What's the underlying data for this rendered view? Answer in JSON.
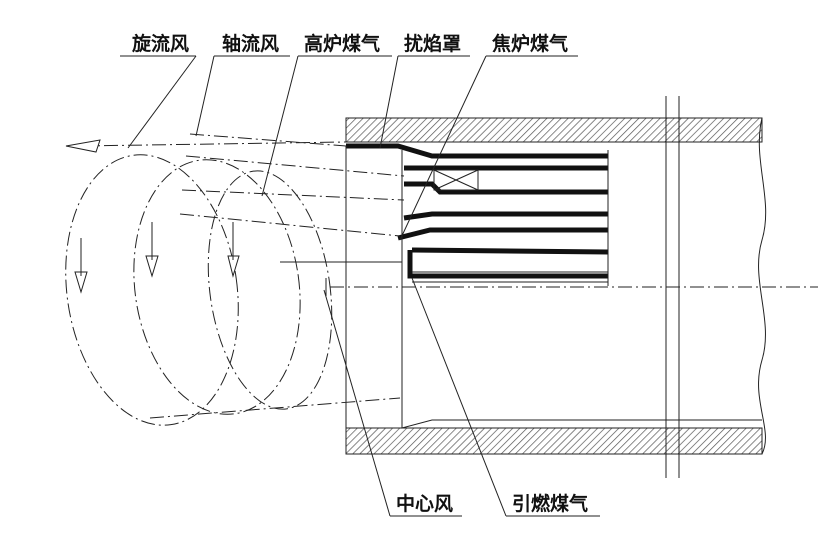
{
  "labels": {
    "swirl_air": "旋流风",
    "axial_air": "轴流风",
    "bf_gas": "高炉煤气",
    "flame_shield": "扰焰罩",
    "coke_gas": "焦炉煤气",
    "center_air": "中心风",
    "ignition_gas": "引燃煤气"
  },
  "colors": {
    "line": "#222222",
    "hatch": "#555555",
    "background": "#ffffff"
  }
}
